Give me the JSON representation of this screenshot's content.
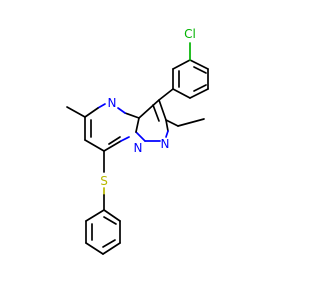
{
  "molecule": {
    "atoms": {
      "chlorine": "Cl",
      "pyrimidine_nitrogen": "N",
      "bridgehead_nitrogen": "N",
      "pyrazole_nitrogen": "N",
      "sulfur": "S"
    },
    "colors": {
      "bond": "#000000",
      "nitrogen": "#0000ff",
      "sulfur": "#b8b800",
      "chlorine": "#00b300"
    }
  }
}
